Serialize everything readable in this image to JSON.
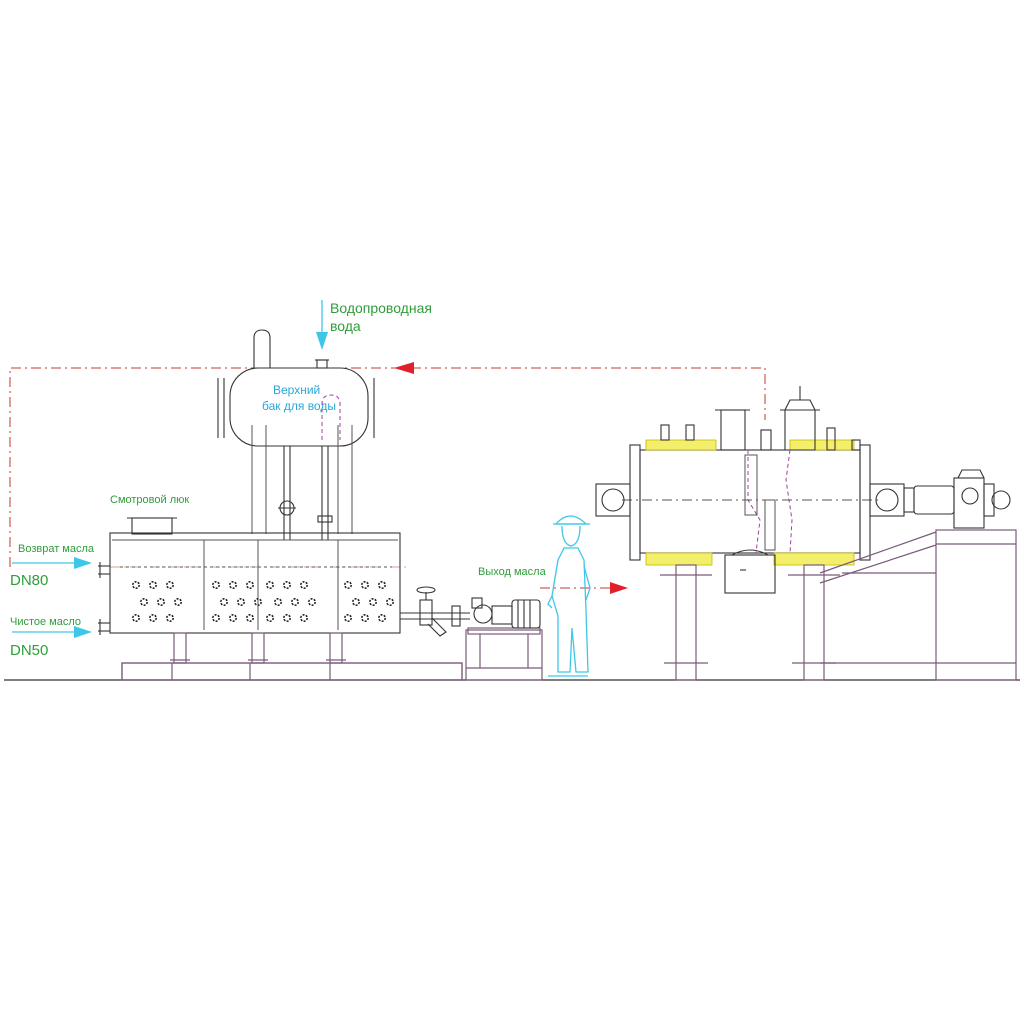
{
  "labels": {
    "water_supply_line1": "Водопроводная",
    "water_supply_line2": "вода",
    "upper_tank_line1": "Верхний",
    "upper_tank_line2": "бак для воды",
    "inspection_hatch": "Смотровой люк",
    "oil_return": "Возврат масла",
    "dn80": "DN80",
    "clean_oil": "Чистое масло",
    "dn50": "DN50",
    "oil_outlet": "Выход масла"
  },
  "colors": {
    "label_green": "#2e9d3a",
    "label_blue": "#29a8d6",
    "arrow_cyan": "#3ec6e8",
    "line_red": "#c0392b",
    "insulation_yellow": "#f4ef6a"
  },
  "icons": {
    "person": "worker-in-hardhat-icon",
    "flow_arrow": "arrow-right-icon"
  }
}
